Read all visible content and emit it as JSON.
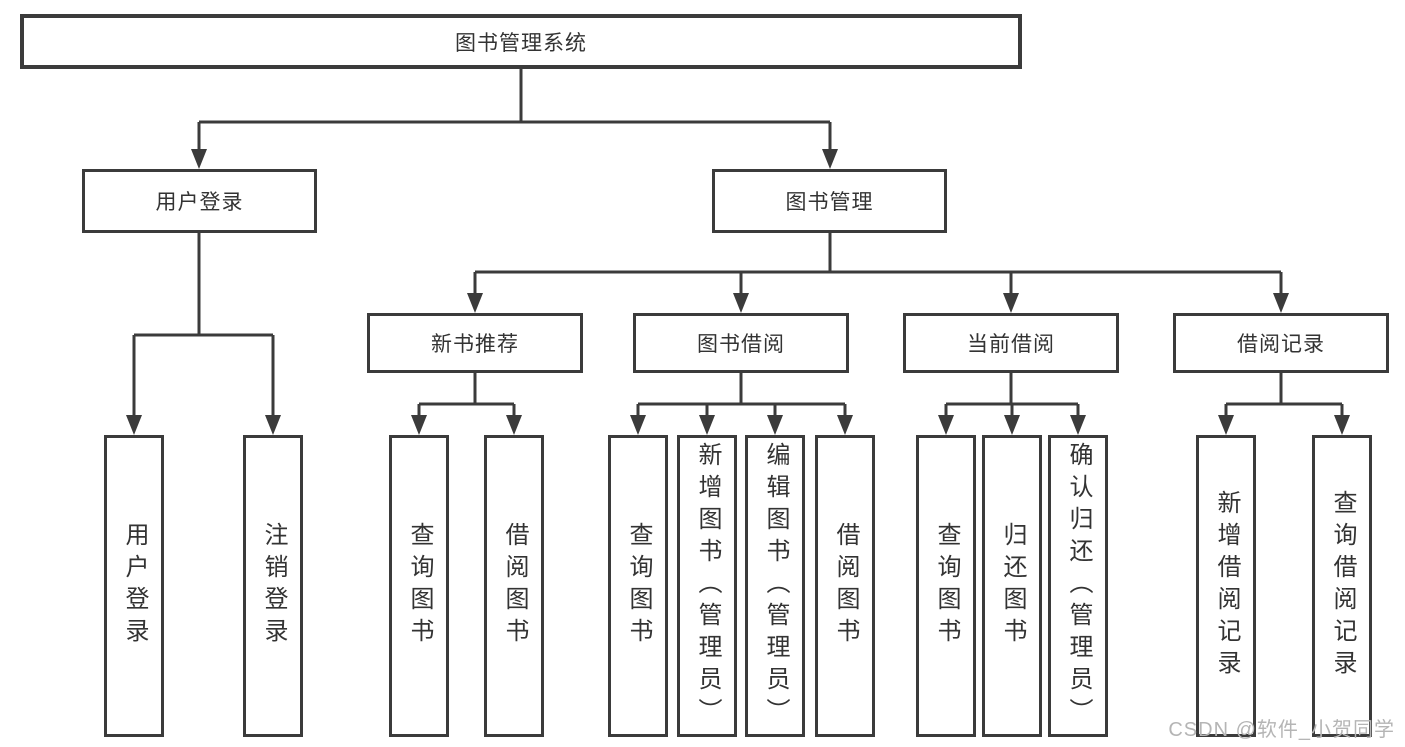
{
  "diagram": {
    "root": "图书管理系统",
    "level2": {
      "user_login": "用户登录",
      "book_management": "图书管理"
    },
    "level3": {
      "new_book_recommend": "新书推荐",
      "book_borrowing": "图书借阅",
      "current_borrowing": "当前借阅",
      "borrowing_records": "借阅记录"
    },
    "leaves": {
      "user_login": "用户登录",
      "logout": "注销登录",
      "query_book_recommend": "查询图书",
      "borrow_book_recommend": "借阅图书",
      "query_book_borrowing": "查询图书",
      "add_book_admin": "新增图书（管理员）",
      "edit_book_admin": "编辑图书（管理员）",
      "borrow_book_borrowing": "借阅图书",
      "query_book_current": "查询图书",
      "return_book": "归还图书",
      "confirm_return_admin": "确认归还（管理员）",
      "add_borrow_record": "新增借阅记录",
      "query_borrow_record": "查询借阅记录"
    }
  },
  "watermark": "CSDN @软件_小贺同学",
  "colors": {
    "line": "#3b3b3b",
    "text": "#333333",
    "watermark": "#b5b5b5",
    "background": "#ffffff"
  }
}
